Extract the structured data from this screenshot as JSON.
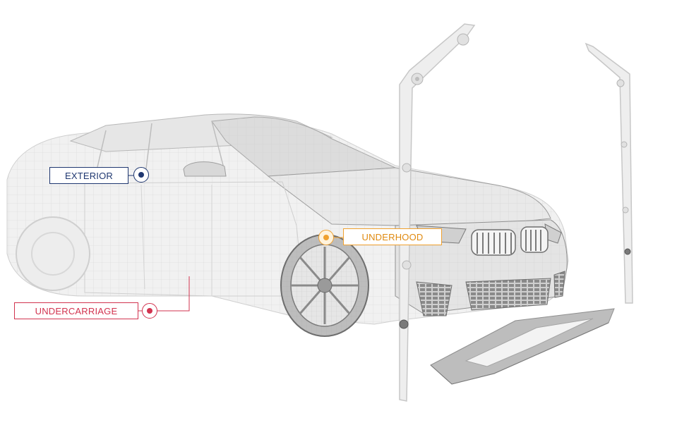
{
  "callouts": {
    "exterior": {
      "label": "EXTERIOR",
      "color": "#1f3770"
    },
    "underhood": {
      "label": "UNDERHOOD",
      "color": "#f0a12f"
    },
    "undercarriage": {
      "label": "UNDERCARRIAGE",
      "color": "#d2334f"
    }
  }
}
